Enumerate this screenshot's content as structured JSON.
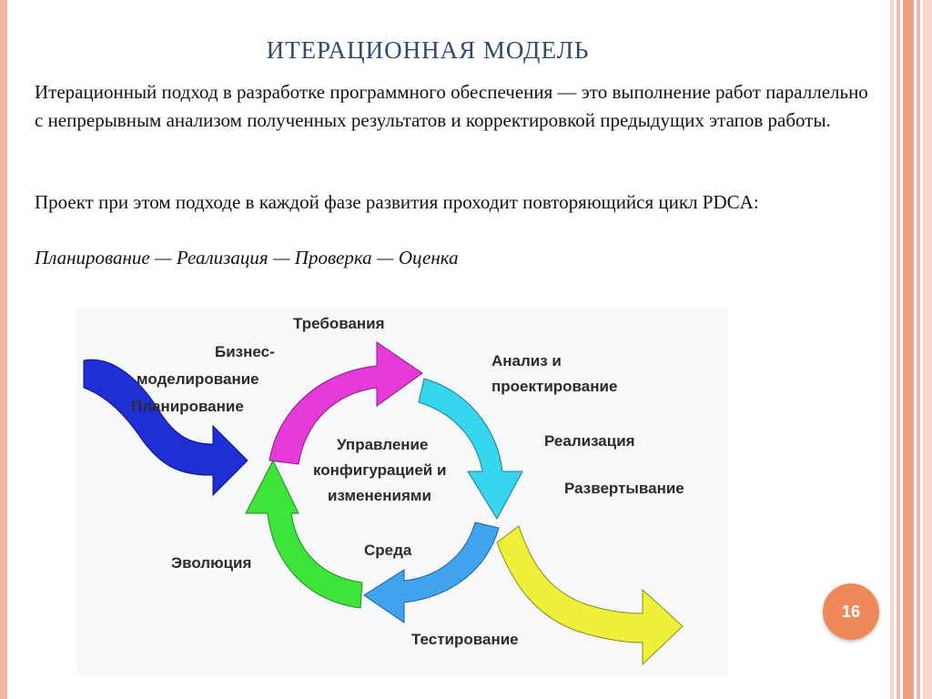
{
  "slide": {
    "title": "ИТЕРАЦИОННАЯ МОДЕЛЬ",
    "paragraph1": "Итерационный подход в разработке программного обеспечения — это выполнение работ параллельно с непрерывным анализом полученных результатов и корректировкой предыдущих этапов работы.",
    "paragraph2": "Проект при этом подходе в каждой фазе развития проходит повторяющийся цикл PDCA:",
    "paragraph3": "Планирование — Реализация — Проверка — Оценка",
    "page_number": "16"
  },
  "diagram": {
    "labels": {
      "requirements": "Требования",
      "business_line1": "Бизнес-",
      "business_line2": "моделирование",
      "planning": "Планирование",
      "analysis_line1": "Анализ и",
      "analysis_line2": "проектирование",
      "implementation": "Реализация",
      "deployment": "Развертывание",
      "center_line1": "Управление",
      "center_line2": "конфигурацией и",
      "center_line3": "изменениями",
      "environment": "Среда",
      "evolution": "Эволюция",
      "testing": "Тестирование"
    },
    "colors": {
      "entry_arrow": "#1f2fd6",
      "magenta_arc": "#e53ad8",
      "cyan_arc": "#35d6ee",
      "blue_arc": "#3fa3ee",
      "green_arc": "#3fe43a",
      "exit_arrow": "#eef03a"
    }
  }
}
